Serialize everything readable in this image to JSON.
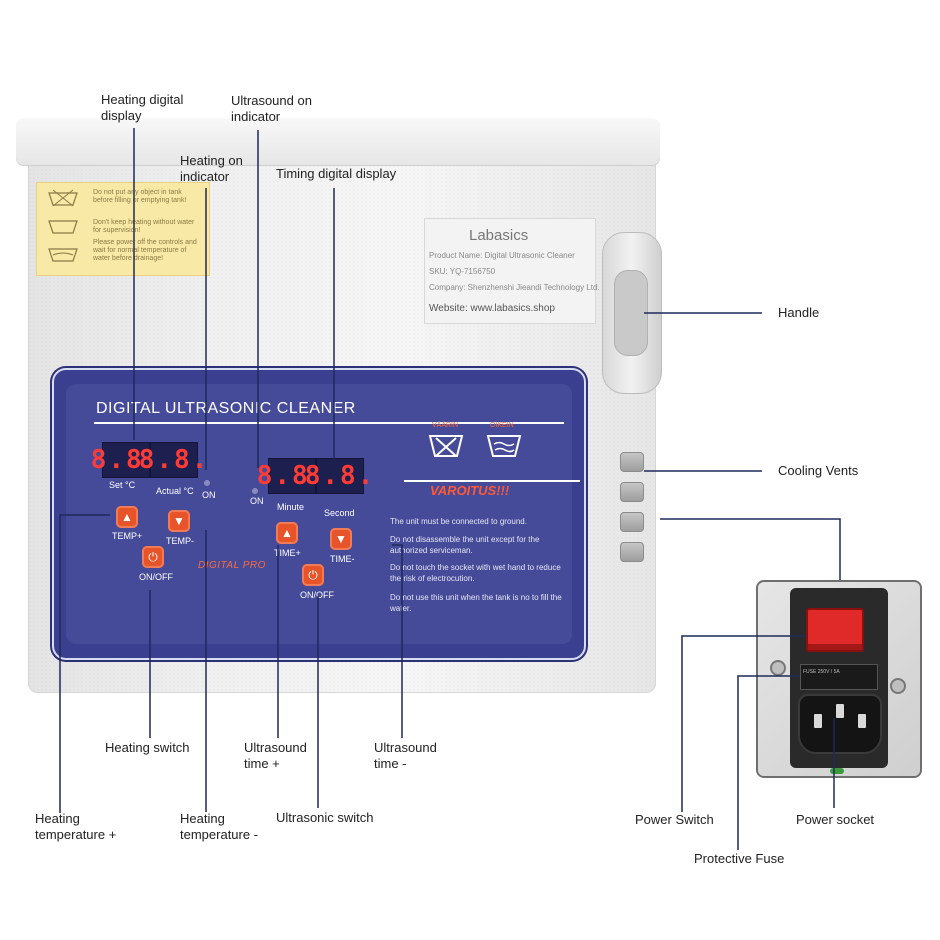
{
  "product": {
    "panel_title": "DIGITAL ULTRASONIC CLEANER",
    "digits": {
      "set_temp": "8.8.",
      "actual_temp": "8.8.",
      "minute": "8.8.",
      "second": "8.8."
    },
    "panel_labels": {
      "set": "Set  °C",
      "actual": "Actual °C",
      "on_heat": "ON",
      "on_ultra": "ON",
      "minute": "Minute",
      "second": "Second",
      "temp_plus": "TEMP+",
      "temp_minus": "TEMP-",
      "on_off_heat": "ON/OFF",
      "time_plus": "TIME+",
      "time_minus": "TIME-",
      "on_off_ultra": "ON/OFF",
      "digital_pro": "DIGITAL PRO",
      "vaarin": "VÄÄRIN",
      "oikein": "OIKEIN",
      "varoitus": "VAROITUS!!!"
    },
    "rules": [
      "The unit must be connected to ground.",
      "Do not disassemble the unit except  for the authorized serviceman.",
      "Do not touch the socket with wet hand to reduce the risk of electrocution.",
      "Do not use this unit when the tank is no to fill the water."
    ],
    "sticker": {
      "lines": [
        "Do not put any object in tank before filling or emptying tank!",
        "Don't keep heating without water for supervision!",
        "Please power off the controls and wait for normal temperature of water before drainage!"
      ]
    },
    "label": {
      "brand": "Labasics",
      "product_name": "Product Name: Digital Ultrasonic Cleaner",
      "sku": "SKU: YQ-7156750",
      "company": "Company: Shenzhenshi Jieandi Technology Ltd.",
      "website": "Website: www.labasics.shop"
    },
    "fuse_text": "FUSE 250V / 5A"
  },
  "callouts": {
    "heating_digital_display": "Heating digital\ndisplay",
    "ultrasound_on_indicator": "Ultrasound on\nindicator",
    "heating_on_indicator": "Heating on\nindicator",
    "timing_digital_display": "Timing digital display",
    "handle": "Handle",
    "cooling_vents": "Cooling Vents",
    "heating_switch": "Heating switch",
    "ultrasound_time_plus": "Ultrasound\ntime +",
    "ultrasound_time_minus": "Ultrasound\ntime -",
    "heating_temperature_plus": "Heating\ntemperature +",
    "heating_temperature_minus": "Heating\ntemperature -",
    "ultrasonic_switch": "Ultrasonic switch",
    "power_switch": "Power Switch",
    "power_socket": "Power socket",
    "protective_fuse": "Protective Fuse"
  },
  "colors": {
    "panel_blue": "#3b3f8f",
    "leader_line": "#1f2a5a",
    "button_orange": "#e8542a",
    "digit_red": "#ff3b36",
    "rocker_red": "#e02a2a"
  },
  "icons": [
    "washtub-wrong-icon",
    "washtub-right-icon",
    "temperature-up-icon",
    "temperature-down-icon",
    "power-icon"
  ]
}
